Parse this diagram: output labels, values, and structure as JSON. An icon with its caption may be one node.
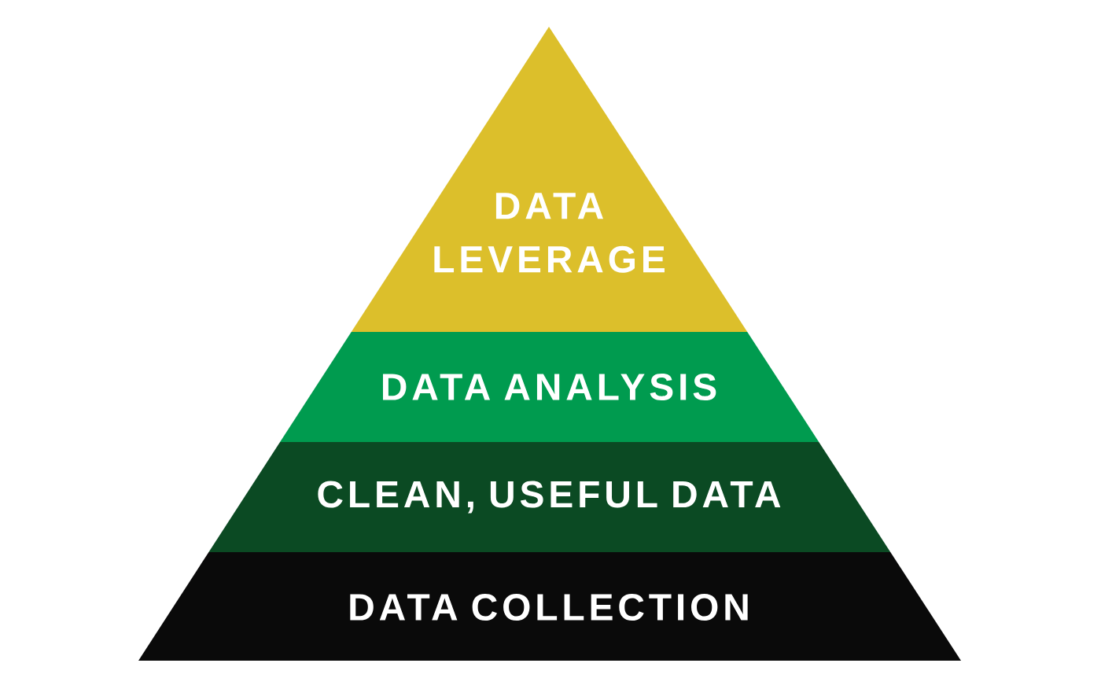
{
  "diagram": {
    "nodes": [
      {
        "text": [
          "DATA LEVERAGE"
        ]
      },
      {
        "text": [
          "DATA ANALYSIS"
        ]
      },
      {
        "text": [
          "CLEAN, USEFUL DATA"
        ]
      },
      {
        "text": [
          "DATA COLLECTION"
        ]
      }
    ]
  }
}
